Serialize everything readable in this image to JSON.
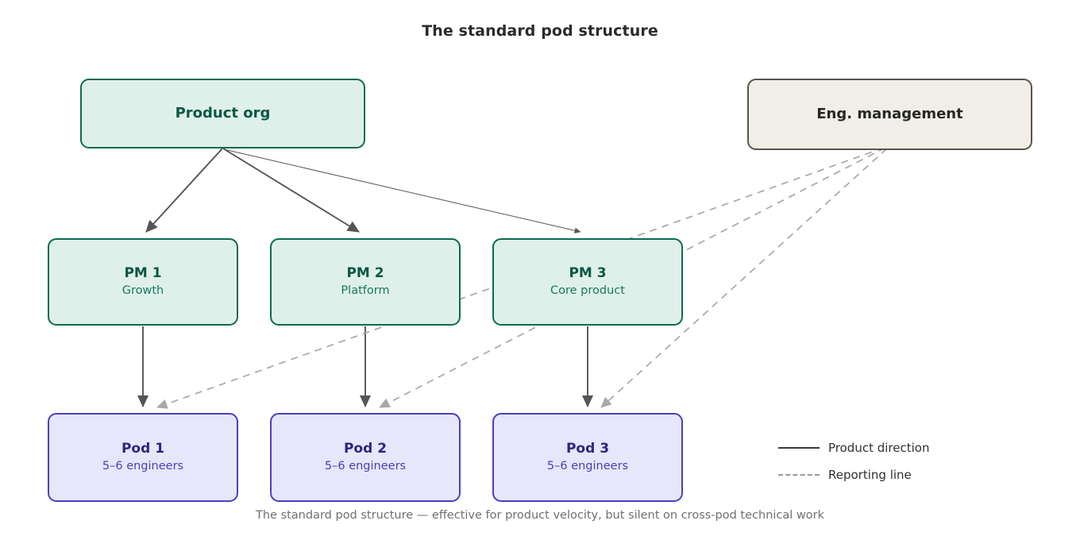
{
  "title": "The standard pod structure",
  "caption": "The standard pod structure — effective for product velocity, but silent on cross-pod technical work",
  "colors": {
    "background": "#ffffff",
    "org_fill": "#dff0ea",
    "org_border": "#0b6b52",
    "org_text": "#0b5744",
    "org_subtext": "#16795e",
    "eng_fill": "#f1eee8",
    "eng_border": "#59544e",
    "eng_text": "#262626",
    "pod_fill": "#e8e6fa",
    "pod_border": "#4b3fc4",
    "pod_text": "#2f2480",
    "pod_subtext": "#4a3fb8",
    "solid_edge": "#555555",
    "dashed_edge": "#a8a8a8",
    "title_text": "#2b2b2b",
    "caption_text": "#6f6f6f"
  },
  "nodes": {
    "product_org": {
      "title": "Product org",
      "subtitle": ""
    },
    "eng_management": {
      "title": "Eng. management",
      "subtitle": ""
    },
    "pms": [
      {
        "title": "PM 1",
        "subtitle": "Growth"
      },
      {
        "title": "PM 2",
        "subtitle": "Platform"
      },
      {
        "title": "PM 3",
        "subtitle": "Core product"
      }
    ],
    "pods": [
      {
        "title": "Pod 1",
        "subtitle": "5–6 engineers"
      },
      {
        "title": "Pod 2",
        "subtitle": "5–6 engineers"
      },
      {
        "title": "Pod 3",
        "subtitle": "5–6 engineers"
      }
    ]
  },
  "legend": {
    "items": [
      {
        "label": "Product direction",
        "style": "solid"
      },
      {
        "label": "Reporting line",
        "style": "dashed"
      }
    ]
  },
  "edges": {
    "product_direction": [
      {
        "from": "Product org",
        "to": "PM 1"
      },
      {
        "from": "Product org",
        "to": "PM 2"
      },
      {
        "from": "Product org",
        "to": "PM 3"
      },
      {
        "from": "PM 1",
        "to": "Pod 1"
      },
      {
        "from": "PM 2",
        "to": "Pod 2"
      },
      {
        "from": "PM 3",
        "to": "Pod 3"
      }
    ],
    "reporting_line": [
      {
        "from": "Eng. management",
        "to": "Pod 1"
      },
      {
        "from": "Eng. management",
        "to": "Pod 2"
      },
      {
        "from": "Eng. management",
        "to": "Pod 3"
      }
    ]
  }
}
